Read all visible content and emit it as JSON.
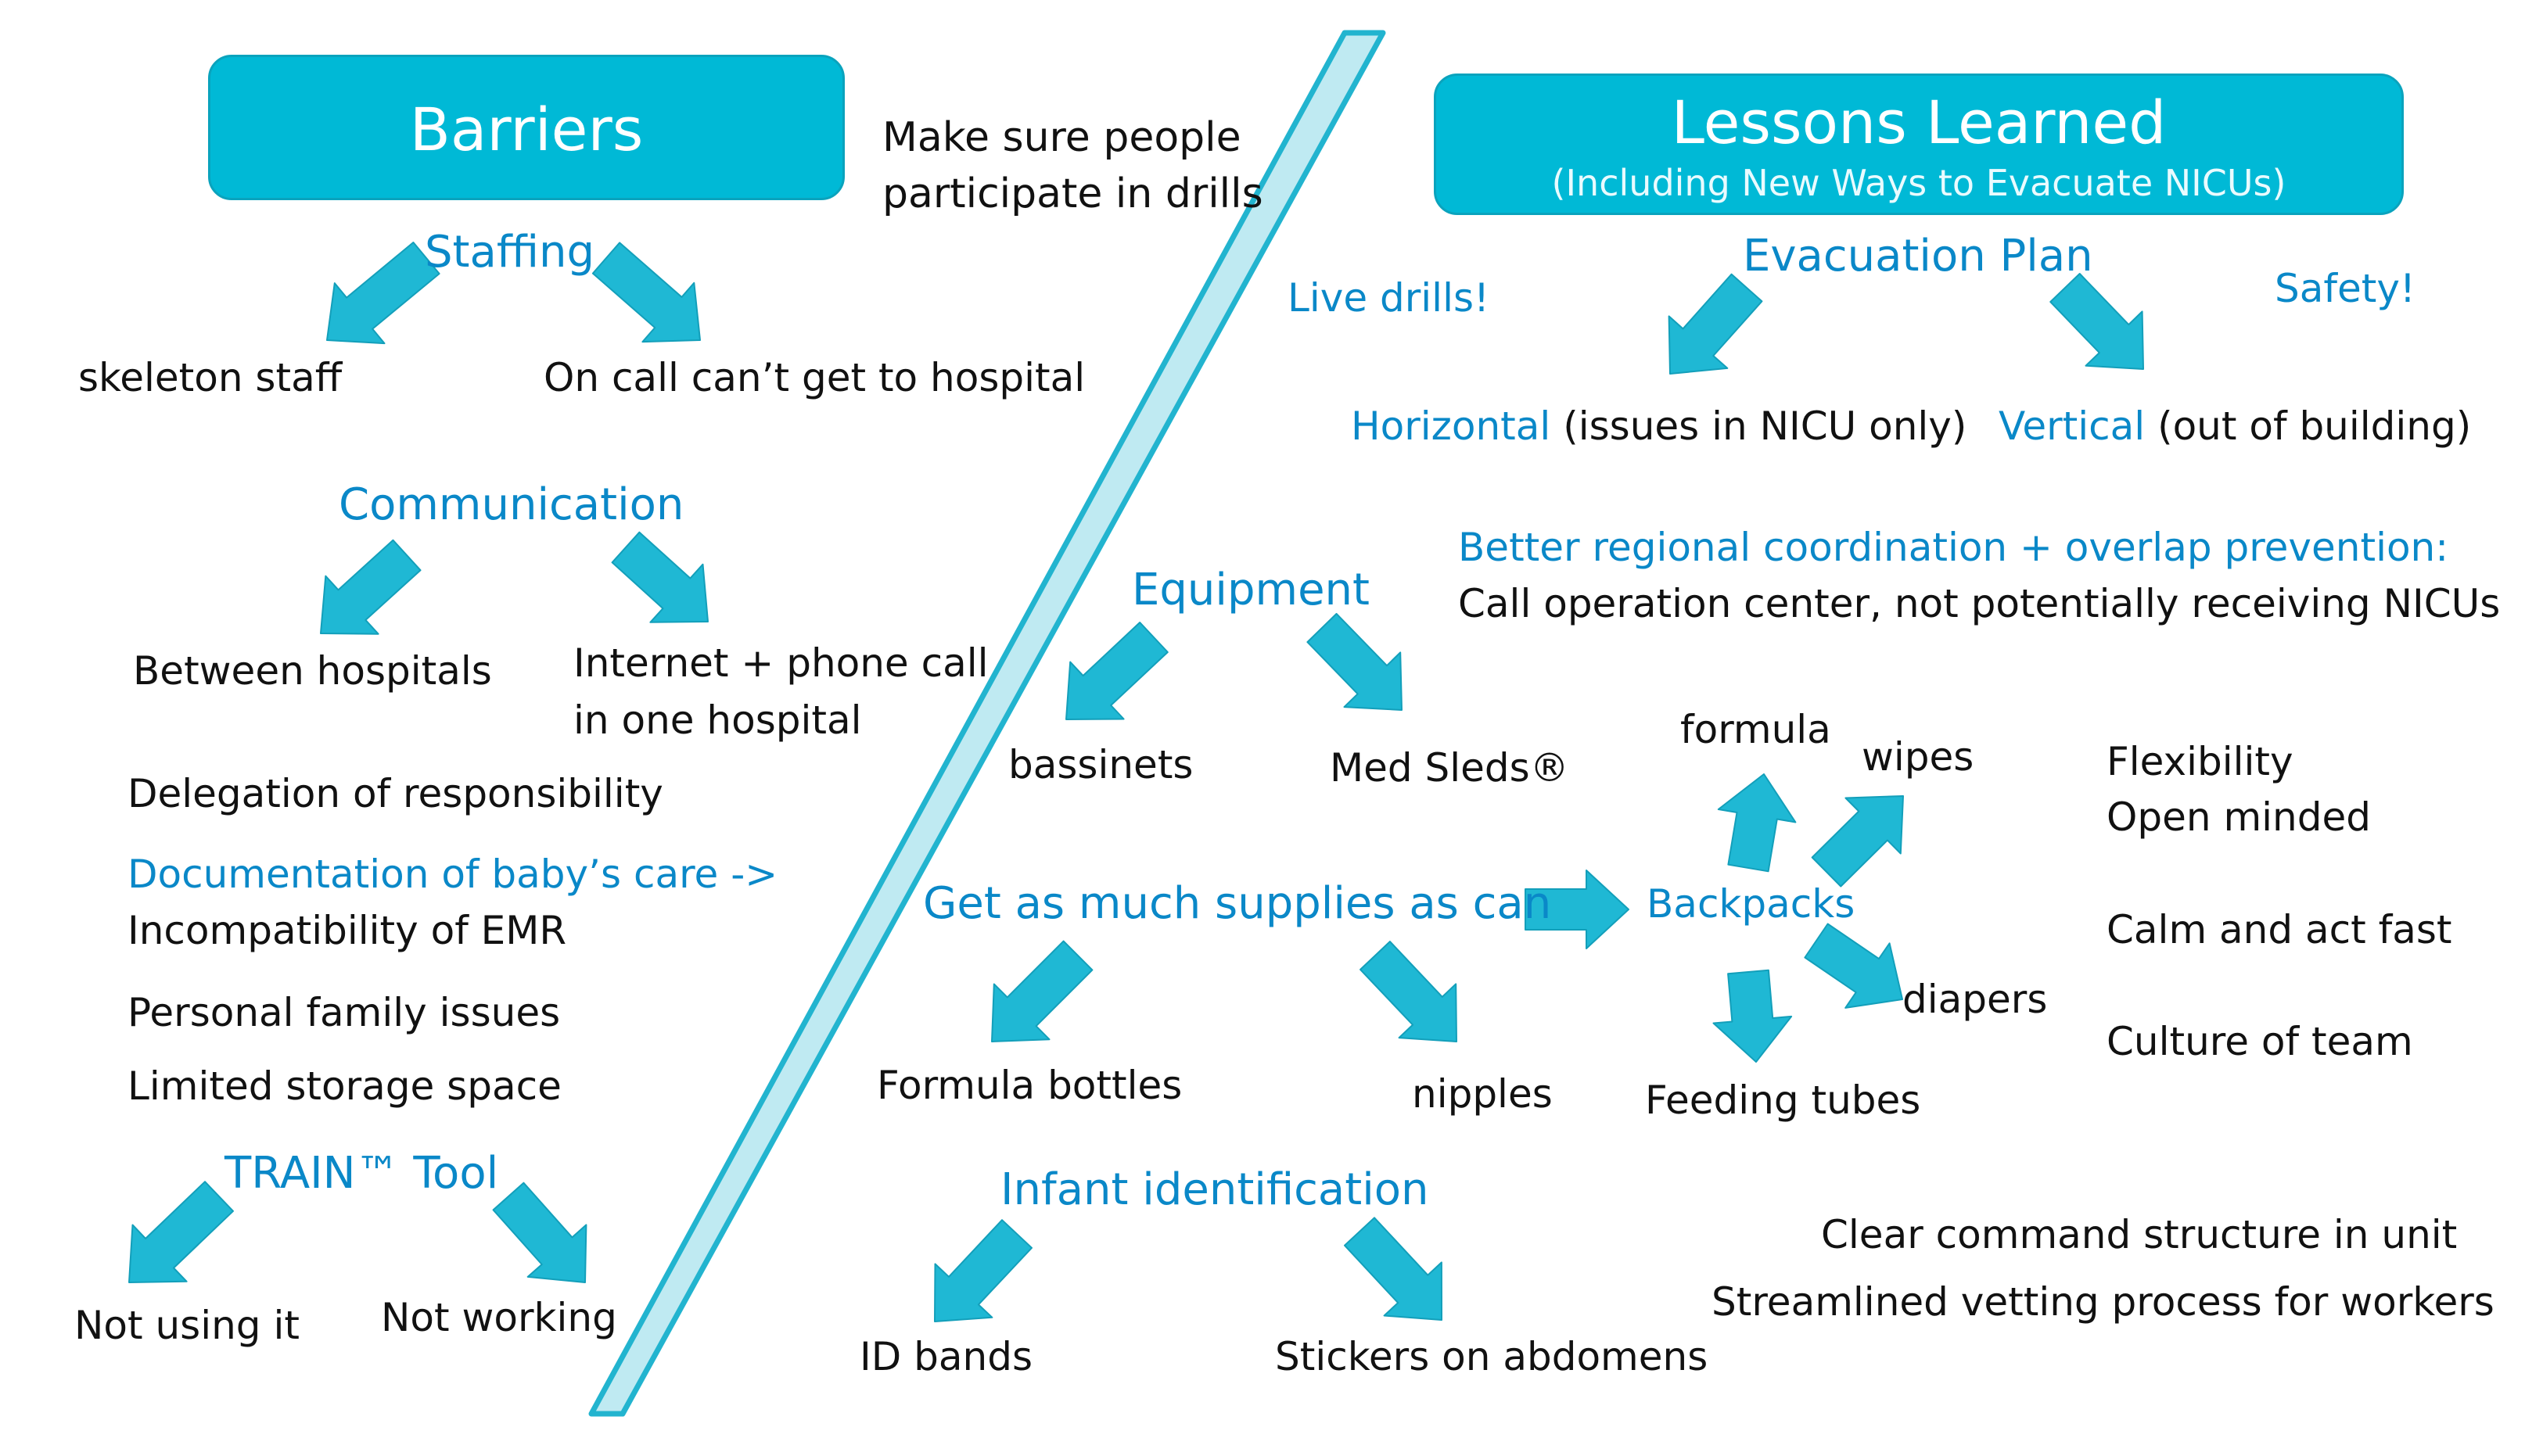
{
  "colors": {
    "header_fill": "#00b9d6",
    "arrow_fill": "#1fb8d4",
    "accent_text": "#0a88c8",
    "body_text": "#111111",
    "divider_fill": "#bfeaf2",
    "divider_stroke": "#22b4cf"
  },
  "barriers": {
    "title": "Barriers",
    "drills_note": [
      "Make sure people",
      "participate in drills"
    ],
    "staffing": {
      "label": "Staffing",
      "items": [
        "skeleton staff",
        "On call can’t get to hospital"
      ]
    },
    "communication": {
      "label": "Communication",
      "items": [
        "Between hospitals",
        "Internet + phone call",
        "in one hospital"
      ]
    },
    "delegation": "Delegation of responsibility",
    "documentation": "Documentation of baby’s care ->",
    "emr": "Incompatibility of EMR",
    "family": "Personal family issues",
    "storage": "Limited storage space",
    "train_tool": {
      "label": "TRAIN™ Tool",
      "items": [
        "Not using it",
        "Not working"
      ]
    }
  },
  "lessons": {
    "title": "Lessons Learned",
    "subtitle": "(Including New Ways to Evacuate NICUs)",
    "live_drills": "Live drills!",
    "safety": "Safety!",
    "evacuation_plan": {
      "label": "Evacuation Plan",
      "horizontal": {
        "label": "Horizontal",
        "detail": " (issues in NICU only)"
      },
      "vertical": {
        "label": "Vertical",
        "detail": " (out of building)"
      }
    },
    "coordination": {
      "heading": "Better regional coordination + overlap prevention:",
      "detail": "Call operation center, not potentially receiving NICUs"
    },
    "equipment": {
      "label": "Equipment",
      "items": [
        "bassinets",
        "Med Sleds®"
      ]
    },
    "supplies": {
      "label": "Get as much supplies as can",
      "items": [
        "Formula bottles",
        "nipples"
      ]
    },
    "backpacks": {
      "label": "Backpacks",
      "items": [
        "formula",
        "wipes",
        "diapers",
        "Feeding tubes"
      ]
    },
    "traits": [
      "Flexibility",
      "Open minded",
      "Calm and act fast",
      "Culture of team"
    ],
    "infant_id": {
      "label": "Infant identification",
      "items": [
        "ID bands",
        "Stickers on abdomens"
      ]
    },
    "command": "Clear command structure in unit",
    "vetting": "Streamlined vetting process for workers"
  }
}
